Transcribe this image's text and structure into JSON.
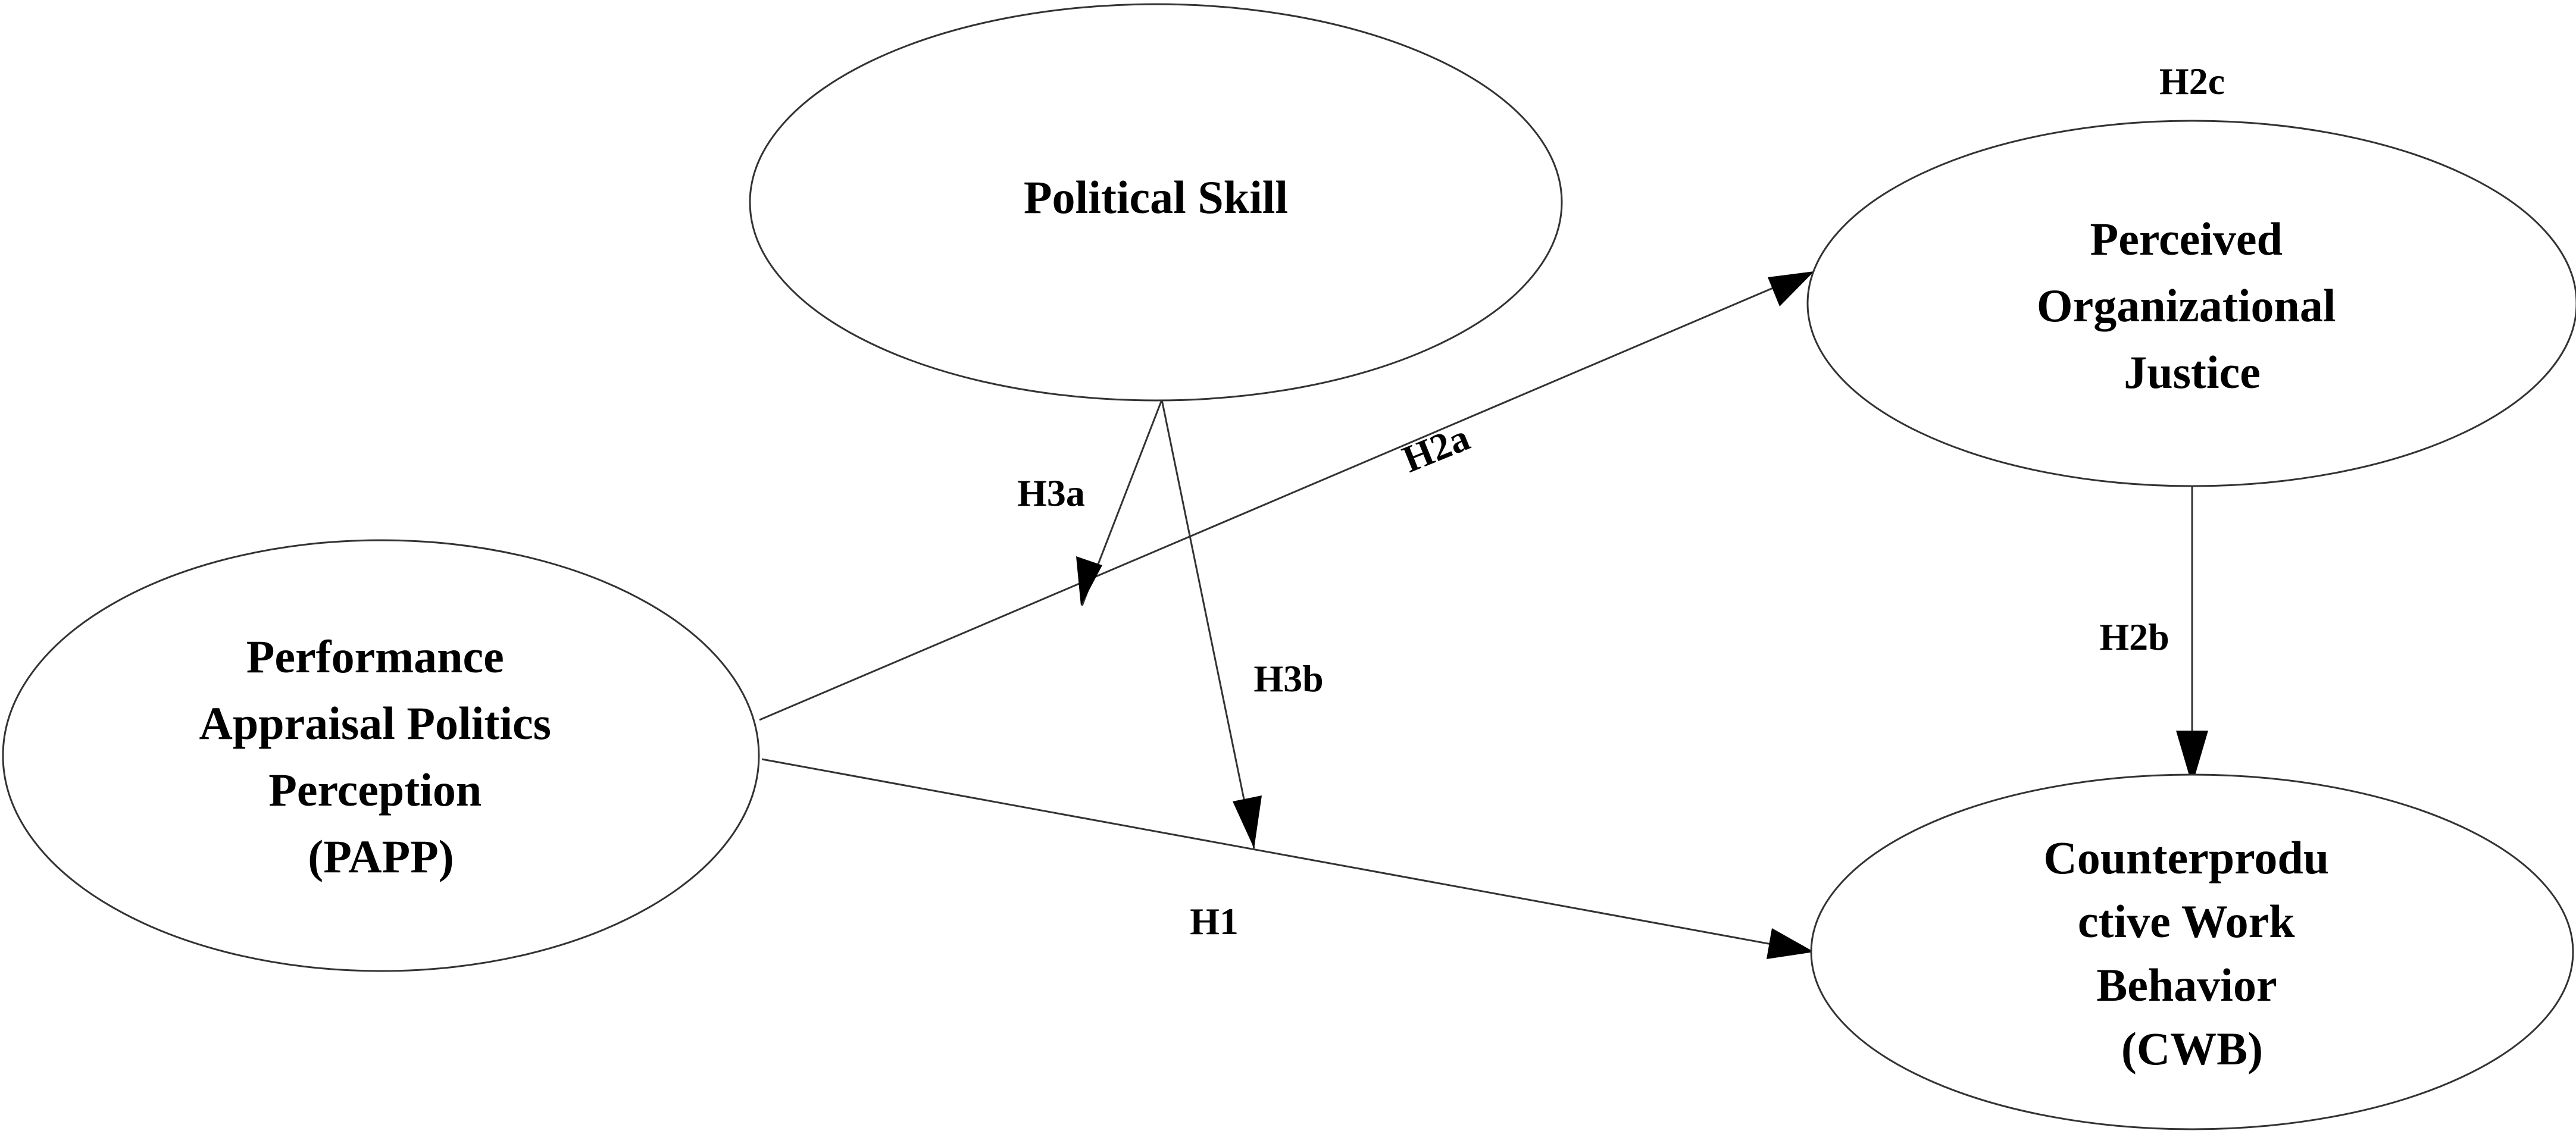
{
  "diagram": {
    "nodes": {
      "political_skill": {
        "lines": [
          "Political Skill"
        ]
      },
      "poj": {
        "lines": [
          "Perceived",
          "Organizational",
          "Justice"
        ]
      },
      "papp": {
        "lines": [
          "Performance",
          "Appraisal Politics",
          "Perception",
          "(PAPP)"
        ]
      },
      "cwb": {
        "lines": [
          "Counterprodu",
          "ctive Work",
          "Behavior",
          "(CWB)"
        ]
      }
    },
    "edges": {
      "h1": {
        "label": "H1",
        "from": "papp",
        "to": "cwb"
      },
      "h2a": {
        "label": "H2a",
        "from": "papp",
        "to": "poj"
      },
      "h2b": {
        "label": "H2b",
        "from": "poj",
        "to": "cwb"
      },
      "h2c": {
        "label": "H2c"
      },
      "h3a": {
        "label": "H3a",
        "from": "political_skill",
        "to": "h2a"
      },
      "h3b": {
        "label": "H3b",
        "from": "political_skill",
        "to": "h1"
      }
    },
    "colors": {
      "stroke": "#333333",
      "text": "#000000",
      "background": "#ffffff"
    }
  }
}
